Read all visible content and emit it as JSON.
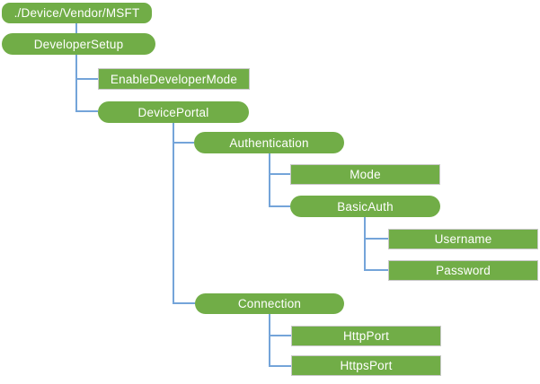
{
  "diagram": {
    "type": "tree",
    "description": "CSP configuration node tree",
    "colors": {
      "node_fill_green": "#71AD47",
      "connector_blue": "#74A4D9",
      "rect_node_border_gray": "#C9C9C9",
      "node_text": "#FFFFFF",
      "background": "#FFFFFF"
    },
    "nodes": [
      {
        "id": "root",
        "label": "./Device/Vendor/MSFT",
        "shape": "rounded",
        "parent": null
      },
      {
        "id": "developersetup",
        "label": "DeveloperSetup",
        "shape": "capsule",
        "parent": "root"
      },
      {
        "id": "enabledevelopermode",
        "label": "EnableDeveloperMode",
        "shape": "rect",
        "parent": "developersetup"
      },
      {
        "id": "deviceportal",
        "label": "DevicePortal",
        "shape": "capsule",
        "parent": "developersetup"
      },
      {
        "id": "authentication",
        "label": "Authentication",
        "shape": "capsule",
        "parent": "deviceportal"
      },
      {
        "id": "mode",
        "label": "Mode",
        "shape": "rect",
        "parent": "authentication"
      },
      {
        "id": "basicauth",
        "label": "BasicAuth",
        "shape": "capsule",
        "parent": "authentication"
      },
      {
        "id": "username",
        "label": "Username",
        "shape": "rect",
        "parent": "basicauth"
      },
      {
        "id": "password",
        "label": "Password",
        "shape": "rect",
        "parent": "basicauth"
      },
      {
        "id": "connection",
        "label": "Connection",
        "shape": "capsule",
        "parent": "deviceportal"
      },
      {
        "id": "httpport",
        "label": "HttpPort",
        "shape": "rect",
        "parent": "connection"
      },
      {
        "id": "httpsport",
        "label": "HttpsPort",
        "shape": "rect",
        "parent": "connection"
      }
    ]
  }
}
